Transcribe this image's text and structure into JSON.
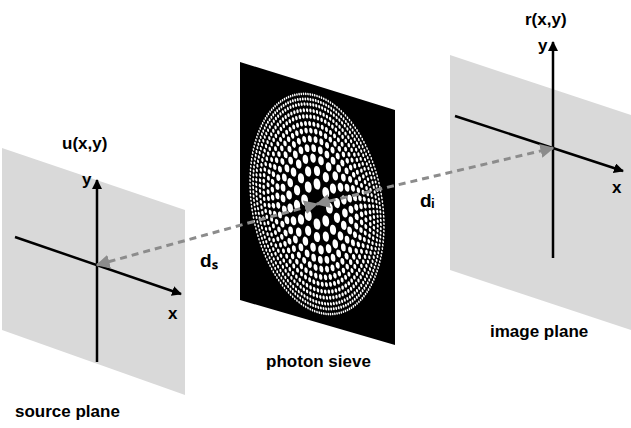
{
  "diagram": {
    "nodes": [
      {
        "text": [
          "u(x,y)",
          "source plane"
        ]
      },
      {
        "text": [
          "photon sieve"
        ]
      },
      {
        "text": [
          "r(x,y)",
          "image plane"
        ]
      }
    ],
    "edges": [
      {
        "from": 0,
        "to": 1,
        "arrow": "both",
        "label": "dₛ"
      },
      {
        "from": 1,
        "to": 2,
        "arrow": "both",
        "label": "dᵢ"
      }
    ],
    "labels": [
      "y",
      "x",
      "y",
      "x"
    ]
  }
}
